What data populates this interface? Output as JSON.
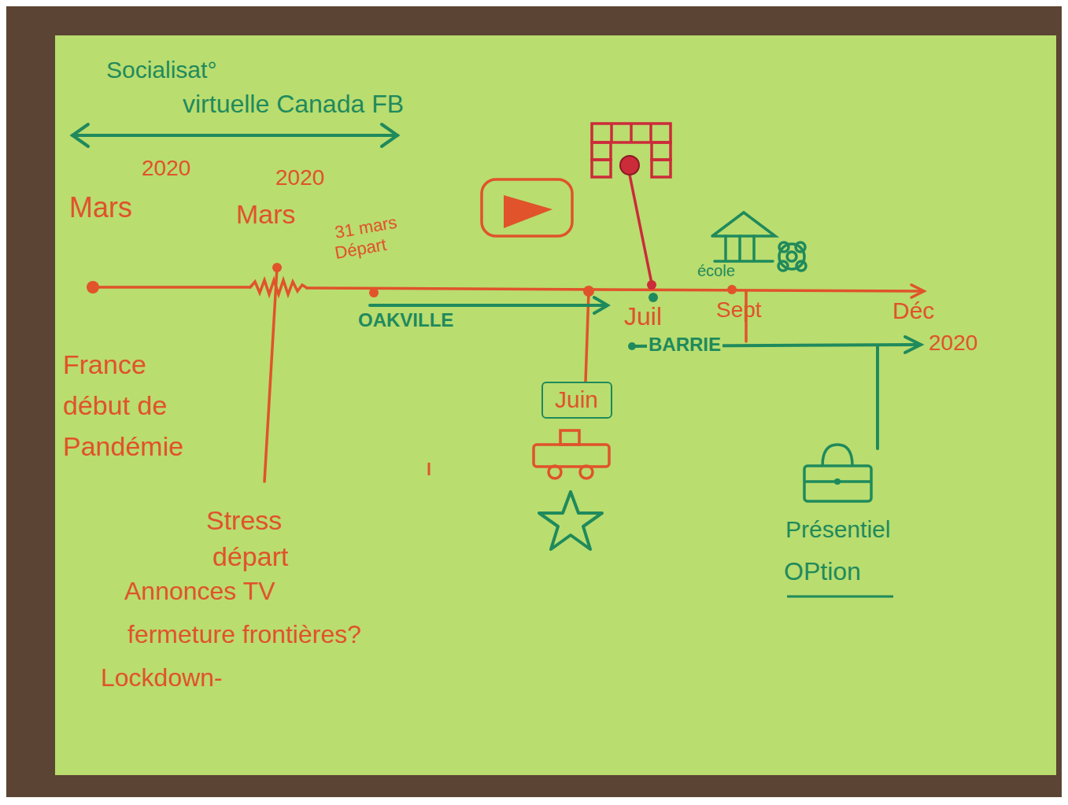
{
  "diagram": {
    "nodes": [
      {
        "text": [
          "Juin"
        ]
      }
    ],
    "labels": [
      "Socialisat°",
      "virtuelle Canada FB",
      "Mars",
      "2020",
      "Mars",
      "2020",
      "31 mars",
      "Départ",
      "OAKVILLE",
      "Juil",
      "Sept",
      "Déc",
      "2020",
      "école",
      "BARRIE",
      "France début de Pandémie",
      "Stress",
      "départ",
      "Annonces TV",
      "fermeture frontières?",
      "Lockdown-",
      "Présentiel",
      "OPtion"
    ]
  }
}
